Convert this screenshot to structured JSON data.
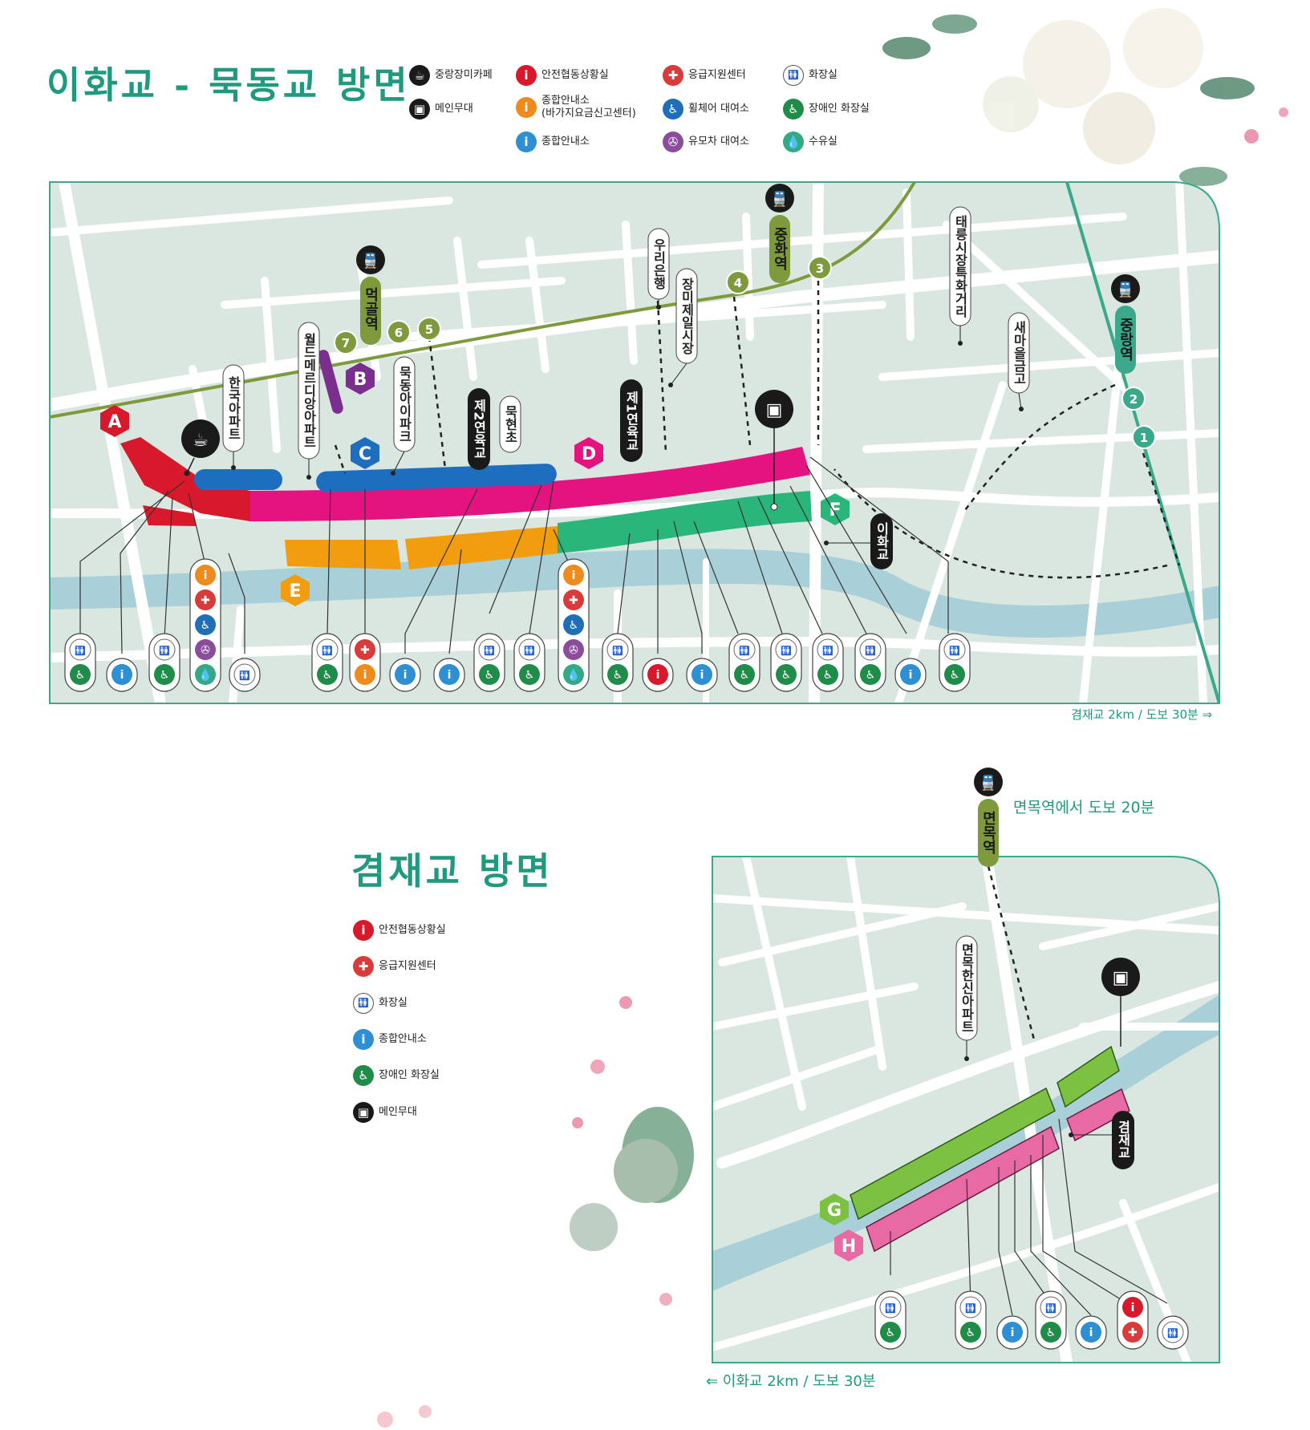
{
  "map1": {
    "title": "이화교 - 묵동교 방면",
    "legend": [
      {
        "icon": "cafe-icon",
        "glyph": "☕",
        "cls": "cafe",
        "label": "중랑장미카페"
      },
      {
        "icon": "main-stage-icon",
        "glyph": "▣",
        "cls": "stage",
        "label": "메인무대"
      },
      {
        "icon": "safety-info-icon",
        "glyph": "i",
        "cls": "red",
        "label": "안전협동상황실"
      },
      {
        "icon": "info-orange-icon",
        "glyph": "i",
        "cls": "orange",
        "label": "종합안내소\n(바가지요금신고센터)"
      },
      {
        "icon": "info-icon",
        "glyph": "i",
        "cls": "blue",
        "label": "종합안내소"
      },
      {
        "icon": "first-aid-icon",
        "glyph": "✚",
        "cls": "firstaid",
        "label": "응급지원센터"
      },
      {
        "icon": "wheelchair-icon",
        "glyph": "♿",
        "cls": "wheel",
        "label": "휠체어 대여소"
      },
      {
        "icon": "stroller-icon",
        "glyph": "✇",
        "cls": "stroller",
        "label": "유모차 대여소"
      },
      {
        "icon": "restroom-icon",
        "glyph": "🚻",
        "cls": "wc",
        "label": "화장실"
      },
      {
        "icon": "accessible-restroom-icon",
        "glyph": "♿",
        "cls": "dwc",
        "label": "장애인 화장실"
      },
      {
        "icon": "nursing-room-icon",
        "glyph": "💧",
        "cls": "nurse",
        "label": "수유실"
      }
    ],
    "stations": {
      "meokgol": "먹골역",
      "junghwa": "중화역",
      "junglang": "중랑역"
    },
    "exits": [
      "7",
      "6",
      "5",
      "4",
      "3",
      "2",
      "1"
    ],
    "zones": [
      "A",
      "B",
      "C",
      "D",
      "E",
      "F"
    ],
    "landmarks": {
      "hanguk_apt": "한국아파트",
      "worldmeridian_apt": "월드메르디앙아파트",
      "mokdong_ipark": "묵동아이파크",
      "bridge2": "제2연육교",
      "mukhyeon": "묵현초",
      "bridge1": "제1연육교",
      "woori_bank": "우리은행",
      "jangmi_market": "장미제일시장",
      "taereung_street": "태릉시장특화거리",
      "saemaeul_bank": "새마을금고",
      "ihwa_bridge": "이화교"
    },
    "footer": "겸재교 2km / 도보 30분 ⇒"
  },
  "map2": {
    "title": "겸재교 방면",
    "legend": [
      {
        "icon": "safety-info-icon",
        "glyph": "i",
        "cls": "red",
        "label": "안전협동상황실"
      },
      {
        "icon": "first-aid-icon",
        "glyph": "✚",
        "cls": "firstaid",
        "label": "응급지원센터"
      },
      {
        "icon": "restroom-icon",
        "glyph": "🚻",
        "cls": "wc",
        "label": "화장실"
      },
      {
        "icon": "info-icon",
        "glyph": "i",
        "cls": "blue",
        "label": "종합안내소"
      },
      {
        "icon": "accessible-restroom-icon",
        "glyph": "♿",
        "cls": "dwc",
        "label": "장애인 화장실"
      },
      {
        "icon": "main-stage-icon",
        "glyph": "▣",
        "cls": "stage",
        "label": "메인무대"
      }
    ],
    "station": "면목역",
    "walk_note": "면목역에서 도보 20분",
    "zones": [
      "G",
      "H"
    ],
    "landmarks": {
      "myeonmok_apt": "면목한신아파트",
      "gyeomjae_bridge": "겸재교"
    },
    "footer": "⇐ 이화교 2km / 도보 30분"
  },
  "colors": {
    "accent": "#1f9a7f",
    "map_bg": "#d9e7e0",
    "road": "#ffffff",
    "river": "#a9cfd9",
    "subway": "#7f9a3c",
    "zone_red": "#d7192b",
    "zone_blue": "#1e6ec0",
    "zone_magenta": "#e5137f",
    "zone_orange": "#f29c10",
    "zone_green": "#2ab57a",
    "zone_purple": "#7a2f8f",
    "zone_lime": "#7cc142",
    "zone_pink": "#e86aa4"
  }
}
